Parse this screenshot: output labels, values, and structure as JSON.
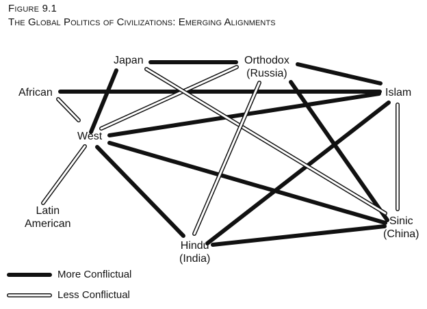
{
  "figure": {
    "label": "Figure 9.1",
    "title": "The Global Politics of Civilizations: Emerging Alignments"
  },
  "nodes": [
    {
      "id": "japan",
      "line1": "Japan",
      "line2": ""
    },
    {
      "id": "orthodox",
      "line1": "Orthodox",
      "line2": "(Russia)"
    },
    {
      "id": "african",
      "line1": "African",
      "line2": ""
    },
    {
      "id": "islam",
      "line1": "Islam",
      "line2": ""
    },
    {
      "id": "west",
      "line1": "West",
      "line2": ""
    },
    {
      "id": "latin",
      "line1": "Latin",
      "line2": "American"
    },
    {
      "id": "hindu",
      "line1": "Hindu",
      "line2": "(India)"
    },
    {
      "id": "sinic",
      "line1": "Sinic",
      "line2": "(China)"
    }
  ],
  "edges": [
    {
      "from": "japan",
      "to": "orthodox",
      "type": "conflict"
    },
    {
      "from": "orthodox",
      "to": "islam",
      "type": "conflict"
    },
    {
      "from": "african",
      "to": "islam",
      "type": "conflict"
    },
    {
      "from": "japan",
      "to": "west",
      "type": "conflict"
    },
    {
      "from": "west",
      "to": "islam",
      "type": "conflict"
    },
    {
      "from": "west",
      "to": "sinic",
      "type": "conflict"
    },
    {
      "from": "west",
      "to": "hindu",
      "type": "conflict"
    },
    {
      "from": "orthodox",
      "to": "sinic",
      "type": "conflict"
    },
    {
      "from": "islam",
      "to": "hindu",
      "type": "conflict"
    },
    {
      "from": "hindu",
      "to": "sinic",
      "type": "conflict"
    },
    {
      "from": "african",
      "to": "west",
      "type": "less"
    },
    {
      "from": "orthodox",
      "to": "west",
      "type": "less"
    },
    {
      "from": "japan",
      "to": "sinic",
      "type": "less"
    },
    {
      "from": "orthodox",
      "to": "hindu",
      "type": "less"
    },
    {
      "from": "islam",
      "to": "sinic",
      "type": "less"
    },
    {
      "from": "west",
      "to": "latin",
      "type": "less"
    }
  ],
  "legend": {
    "more": "More Conflictual",
    "less": "Less Conflictual"
  },
  "colors": {
    "ink": "#111111",
    "paper": "#ffffff"
  }
}
